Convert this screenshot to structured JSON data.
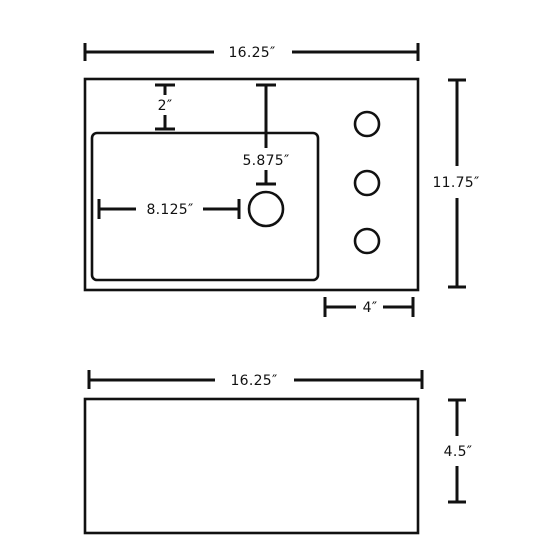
{
  "top_view": {
    "width_label": "16.25″",
    "height_label": "11.75″",
    "basin_offset_label": "2″",
    "drain_vertical_label": "5.875″",
    "drain_horizontal_label": "8.125″",
    "deck_width_label": "4″",
    "faucet_holes": 3
  },
  "front_view": {
    "width_label": "16.25″",
    "height_label": "4.5″"
  },
  "colors": {
    "line": "#111111",
    "background": "#ffffff"
  }
}
